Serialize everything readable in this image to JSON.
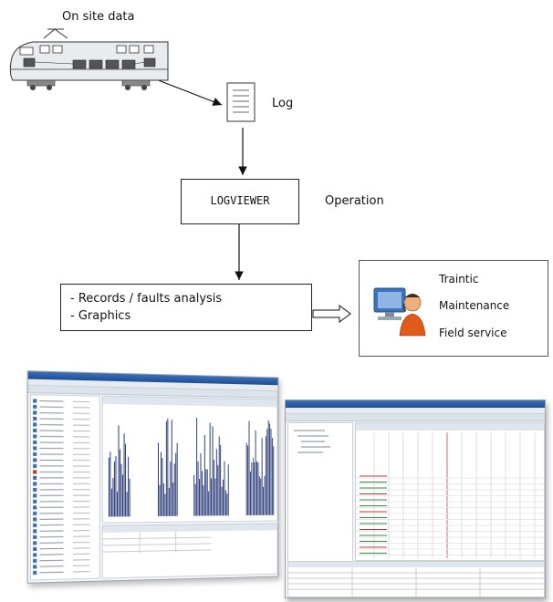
{
  "labels": {
    "onsite": "On site data",
    "log": "Log",
    "logviewer": "LOGVIEWER",
    "operation": "Operation",
    "analysis_line1": "- Records / faults analysis",
    "analysis_line2": "- Graphics",
    "traintic": "Traintic",
    "maintenance": "Maintenance",
    "field_service": "Field service"
  },
  "icons": {
    "train": "train-icon",
    "log_doc": "document-icon",
    "user": "user-icon"
  },
  "colors": {
    "line": "#111111",
    "train_body": "#e9ecef",
    "chart_bar": "#2a3a78",
    "screen_blue": "#1e4f96"
  }
}
